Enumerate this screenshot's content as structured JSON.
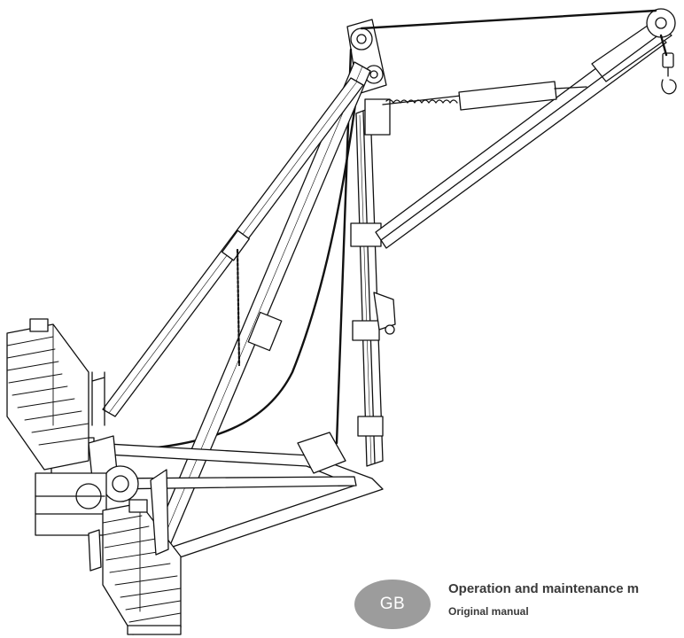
{
  "language_badge": {
    "code": "GB",
    "color": "#9c9c9c"
  },
  "document": {
    "title": "Operation and maintenance m",
    "subtitle": "Original manual"
  },
  "illustration": {
    "subject": "crane-line-drawing",
    "stroke_color": "#111111"
  }
}
